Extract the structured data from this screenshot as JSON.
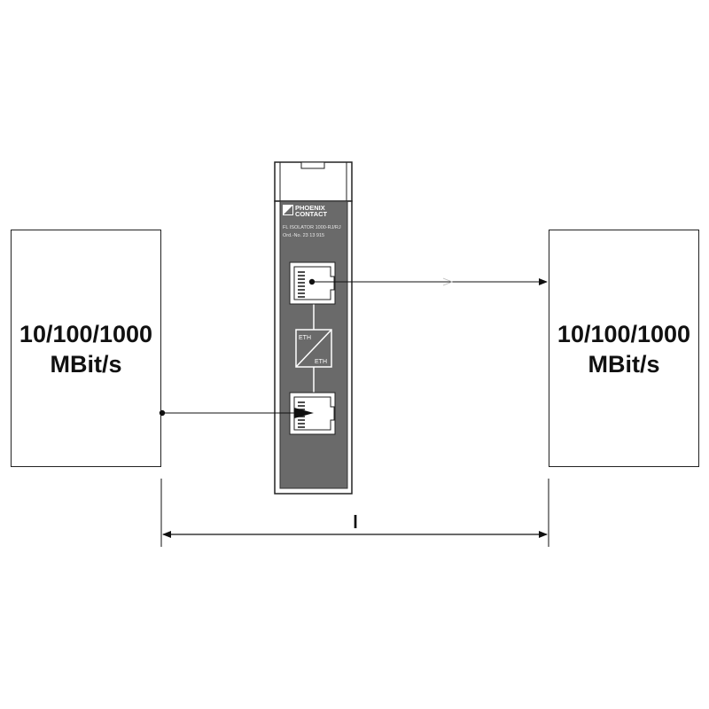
{
  "left_device": {
    "line1": "10/100/1000",
    "line2": "MBit/s"
  },
  "right_device": {
    "line1": "10/100/1000",
    "line2": "MBit/s"
  },
  "isolator": {
    "brand_line1": "PHOENIX",
    "brand_line2": "CONTACT",
    "model": "FL ISOLATOR 1000-RJ/RJ",
    "order_no": "Ord.-No. 23 13 915",
    "eth_top": "ETH",
    "eth_bottom": "ETH"
  },
  "dimension": {
    "label": "l"
  }
}
